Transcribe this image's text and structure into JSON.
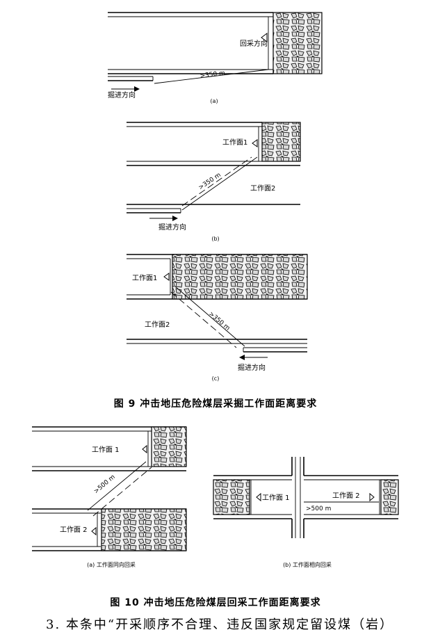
{
  "fig9": {
    "a": {
      "retreat_dir": "回采方向",
      "distance": ">350 m",
      "heading_dir": "掘进方向",
      "sub": "(a)"
    },
    "b": {
      "face1": "工作面1",
      "face2": "工作面2",
      "distance": ">350 m",
      "heading_dir": "掘进方向",
      "sub": "(b)"
    },
    "c": {
      "face1": "工作面1",
      "face2": "工作面2",
      "distance": ">350 m",
      "heading_dir": "掘进方向",
      "sub": "(c)"
    },
    "caption": "图 9   冲击地压危险煤层采掘工作面距离要求"
  },
  "fig10": {
    "a": {
      "face1": "工作面 1",
      "face2": "工作面 2",
      "distance": ">500 m",
      "sub": "(a)  工作面同向回采"
    },
    "b": {
      "face1": "工作面 1",
      "face2": "工作面 2",
      "distance": ">500 m",
      "sub": "(b)  工作面相向回采"
    },
    "caption": "图 10   冲击地压危险煤层回采工作面距离要求"
  },
  "body": {
    "text": "3. 本条中“开采顺序不合理、违反国家规定留设煤（岩）"
  }
}
